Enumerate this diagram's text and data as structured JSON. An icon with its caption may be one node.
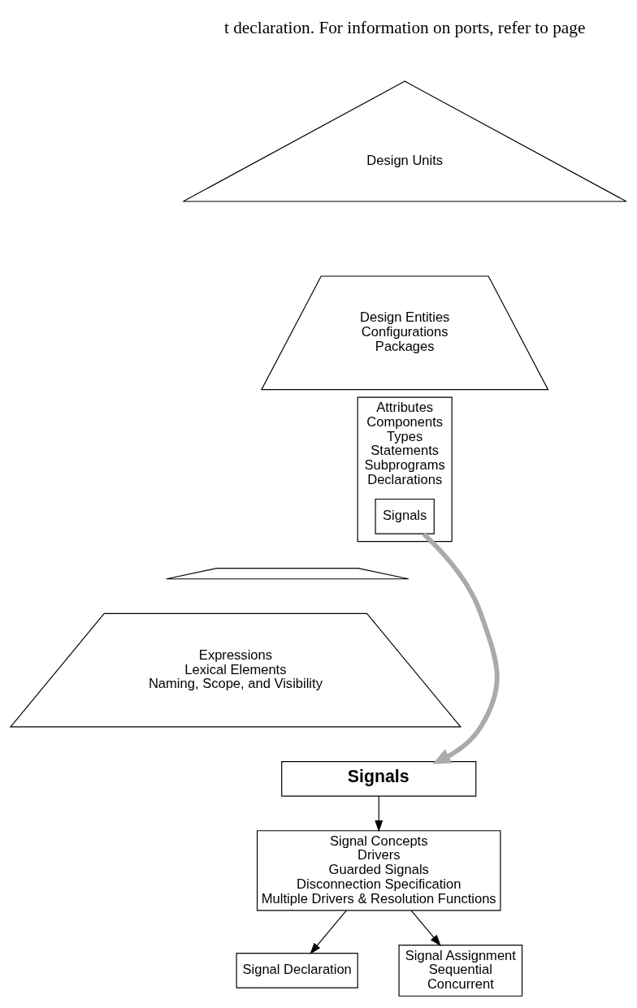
{
  "diagram": {
    "nodes": [
      {
        "text": [
          "Design Units"
        ]
      },
      {
        "text": [
          "Design Entities",
          "Configurations",
          "Packages"
        ]
      },
      {
        "text": [
          "Attributes",
          "Components",
          "Types",
          "Statements",
          "Subprograms",
          "Declarations"
        ]
      },
      {
        "text": [
          "Signals"
        ],
        "in": 2
      },
      {
        "text": [],
        "shape": "band"
      },
      {
        "text": [
          "Expressions",
          "Lexical Elements",
          "Naming, Scope, and Visibility"
        ]
      },
      {
        "text": [
          "Signals"
        ]
      },
      {
        "text": [
          "Signal Concepts",
          "Drivers",
          "Guarded Signals",
          "Disconnection Specification",
          "Multiple Drivers & Resolution Functions"
        ]
      },
      {
        "text": [
          "Signal Declaration"
        ]
      },
      {
        "text": [
          "Signal Assignment",
          "Sequential",
          "Concurrent"
        ]
      }
    ],
    "edges": [
      {
        "from": 3,
        "to": 6,
        "arrow": "to",
        "style": "thick",
        "color": "#aaaaaa"
      },
      {
        "from": 6,
        "to": 7,
        "arrow": "to"
      },
      {
        "from": 7,
        "to": 8,
        "arrow": "to"
      },
      {
        "from": 7,
        "to": 9,
        "arrow": "to"
      }
    ],
    "labels": [
      "t declaration. For information on ports, refer to page"
    ]
  }
}
